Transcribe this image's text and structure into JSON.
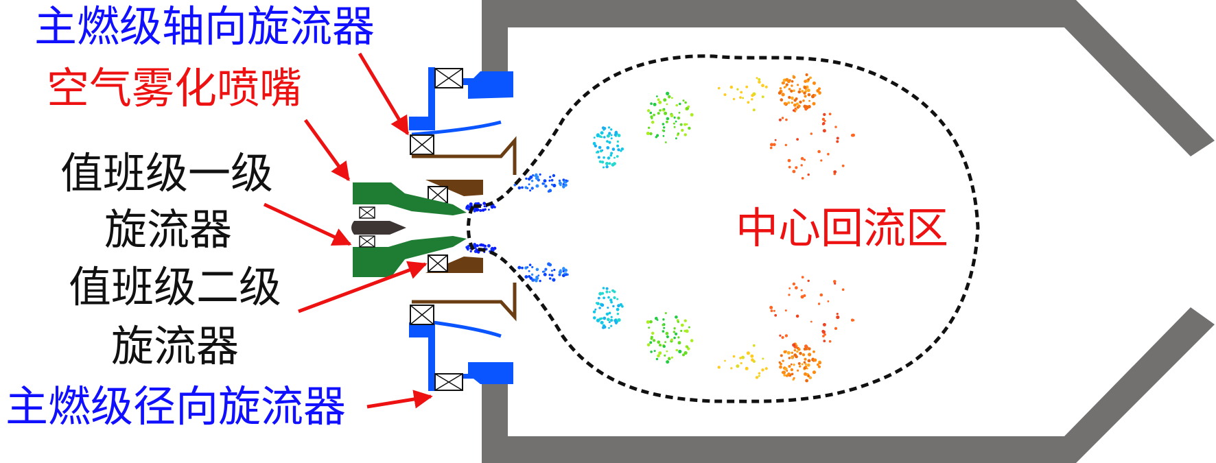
{
  "labels": {
    "main_axial_swirler": "主燃级轴向旋流器",
    "air_atomizing_nozzle": "空气雾化喷嘴",
    "pilot_primary_swirler_line1": "值班级一级",
    "pilot_primary_swirler_line2": "旋流器",
    "pilot_secondary_swirler_line1": "值班级二级",
    "pilot_secondary_swirler_line2": "旋流器",
    "main_radial_swirler": "主燃级径向旋流器",
    "central_recirculation_zone": "中心回流区"
  },
  "colors": {
    "liner": "#737070",
    "main_swirler": "#0a55ff",
    "pilot_swirler": "#1e7d32",
    "pilot_venturi": "#6b3d12",
    "nozzle_core": "#3c3534",
    "arrow": "#ee1111",
    "recirculation_boundary": "#111111",
    "label_blue": "#1010ff",
    "label_red": "#ee1111",
    "label_black": "#111111"
  },
  "icons": [
    "red-pointer-arrow",
    "swirler-vane-box"
  ]
}
